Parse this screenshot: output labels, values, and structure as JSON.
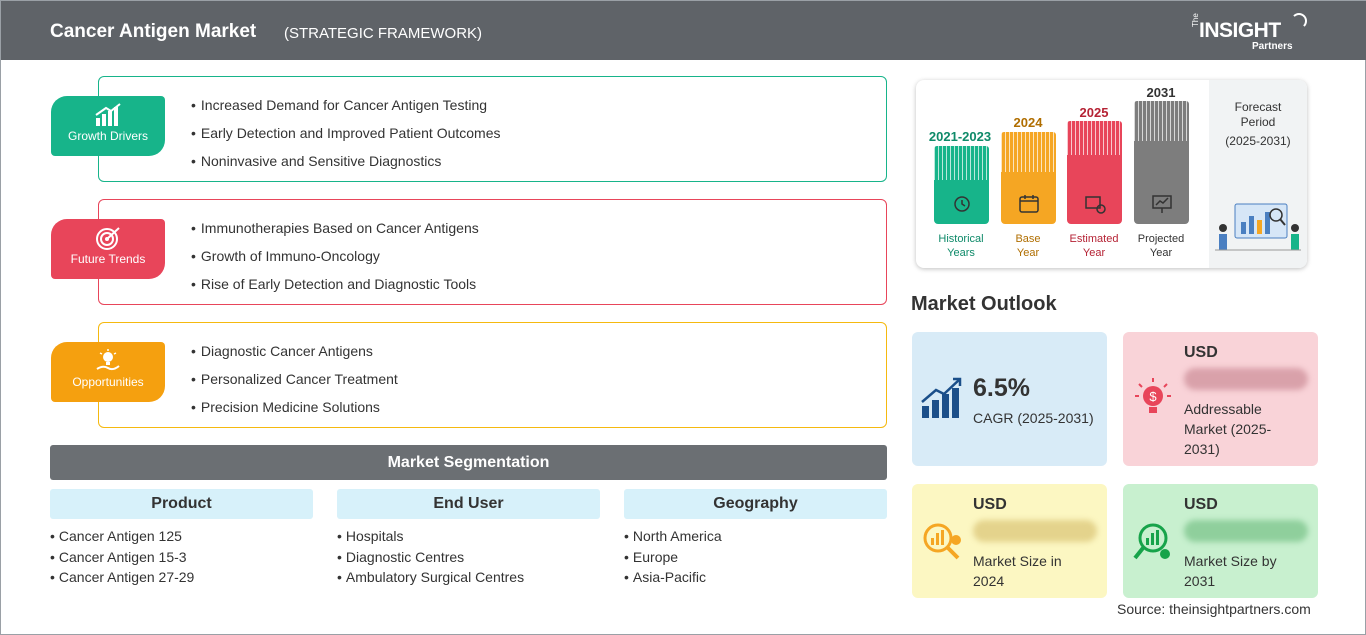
{
  "header": {
    "title": "Cancer Antigen Market",
    "subtitle": "(STRATEGIC FRAMEWORK)",
    "logo": {
      "the": "The",
      "main": "INSIGHT",
      "partners": "Partners"
    }
  },
  "framework": {
    "growth_drivers": {
      "label": "Growth Drivers",
      "color": "#17b48a",
      "items": [
        "Increased Demand for Cancer Antigen Testing",
        "Early Detection and Improved Patient Outcomes",
        "Noninvasive and Sensitive Diagnostics"
      ]
    },
    "future_trends": {
      "label": "Future Trends",
      "color": "#e8455a",
      "items": [
        "Immunotherapies Based on Cancer Antigens",
        "Growth of Immuno-Oncology",
        "Rise of Early Detection and Diagnostic Tools"
      ]
    },
    "opportunities": {
      "label": "Opportunities",
      "color": "#f5a00f",
      "items": [
        "Diagnostic Cancer Antigens",
        "Personalized Cancer Treatment",
        "Precision Medicine Solutions"
      ]
    }
  },
  "segmentation": {
    "title": "Market Segmentation",
    "columns": [
      {
        "heading": "Product",
        "items": [
          "Cancer Antigen 125",
          "Cancer Antigen 15-3",
          "Cancer Antigen 27-29"
        ]
      },
      {
        "heading": "End User",
        "items": [
          "Hospitals",
          "Diagnostic Centres",
          "Ambulatory Surgical Centres"
        ]
      },
      {
        "heading": "Geography",
        "items": [
          "North America",
          "Europe",
          "Asia-Pacific"
        ]
      }
    ]
  },
  "timeline": {
    "bars": [
      {
        "year": "2021-2023",
        "label_line1": "Historical",
        "label_line2": "Years",
        "color": "#17b48a",
        "year_color": "#0e8a69"
      },
      {
        "year": "2024",
        "label_line1": "Base",
        "label_line2": "Year",
        "color": "#f5a623",
        "year_color": "#b06e00"
      },
      {
        "year": "2025",
        "label_line1": "Estimated",
        "label_line2": "Year",
        "color": "#e8455a",
        "year_color": "#b52234"
      },
      {
        "year": "2031",
        "label_line1": "Projected",
        "label_line2": "Year",
        "color": "#7d7d7d",
        "year_color": "#333333"
      }
    ],
    "forecast_title_line1": "Forecast",
    "forecast_title_line2": "Period",
    "forecast_range": "(2025-2031)"
  },
  "outlook": {
    "title": "Market Outlook",
    "cagr": {
      "value": "6.5%",
      "label": "CAGR (2025-2031)",
      "bg": "#d8ebf7"
    },
    "addressable": {
      "usd": "USD",
      "line1": "Addressable",
      "line2": "Market (2025-",
      "line3": "2031)",
      "bg": "#f9d3d8"
    },
    "size_2024": {
      "usd": "USD",
      "line1": "Market Size in",
      "line2": "2024",
      "bg": "#fcf7c2"
    },
    "size_2031": {
      "usd": "USD",
      "line1": "Market Size by",
      "line2": "2031",
      "bg": "#c8f0cf"
    }
  },
  "source": "Source: theinsightpartners.com"
}
